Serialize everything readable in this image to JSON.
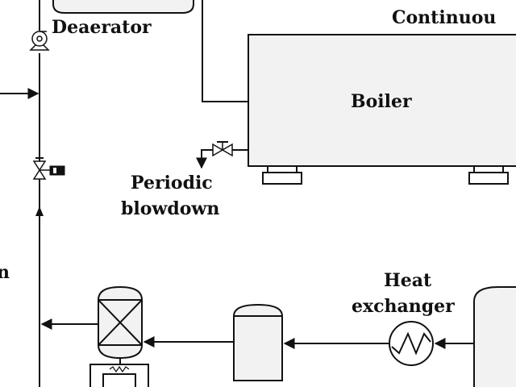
{
  "labels": {
    "deaerator": "Deaerator",
    "continuous": "Continuou",
    "boiler": "Boiler",
    "periodic_line1": "Periodic",
    "periodic_line2": "blowdown",
    "heat_line1": "Heat",
    "heat_line2": "exchanger",
    "left_fragment": "n"
  },
  "icons": [
    "pump-icon",
    "valve-icon",
    "actuated-valve-icon",
    "heat-exchanger-icon",
    "flow-arrow-icon"
  ],
  "colors": {
    "line": "#111111",
    "vessel_fill": "#f2f2f2",
    "background": "#ffffff"
  }
}
